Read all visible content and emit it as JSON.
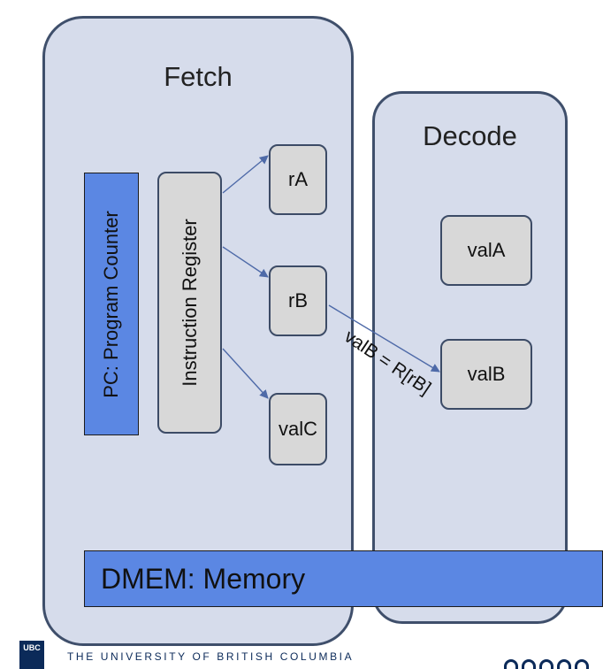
{
  "stages": {
    "fetch_title": "Fetch",
    "decode_title": "Decode"
  },
  "fetch": {
    "pc_label": "PC: Program Counter",
    "ir_label": "Instruction Register",
    "registers": {
      "rA": "rA",
      "rB": "rB",
      "valC": "valC"
    }
  },
  "decode": {
    "valA": "valA",
    "valB": "valB"
  },
  "edge_label": "valB = R[rB]",
  "memory_label": "DMEM: Memory",
  "footer": {
    "logo_text": "UBC",
    "university": "THE UNIVERSITY OF BRITISH COLUMBIA"
  },
  "colors": {
    "stage_fill": "#d6dceb",
    "stage_border": "#3f4f6b",
    "blue_block": "#5b87e3",
    "register_fill": "#d8d8d8",
    "arrow": "#4e6aa8"
  }
}
